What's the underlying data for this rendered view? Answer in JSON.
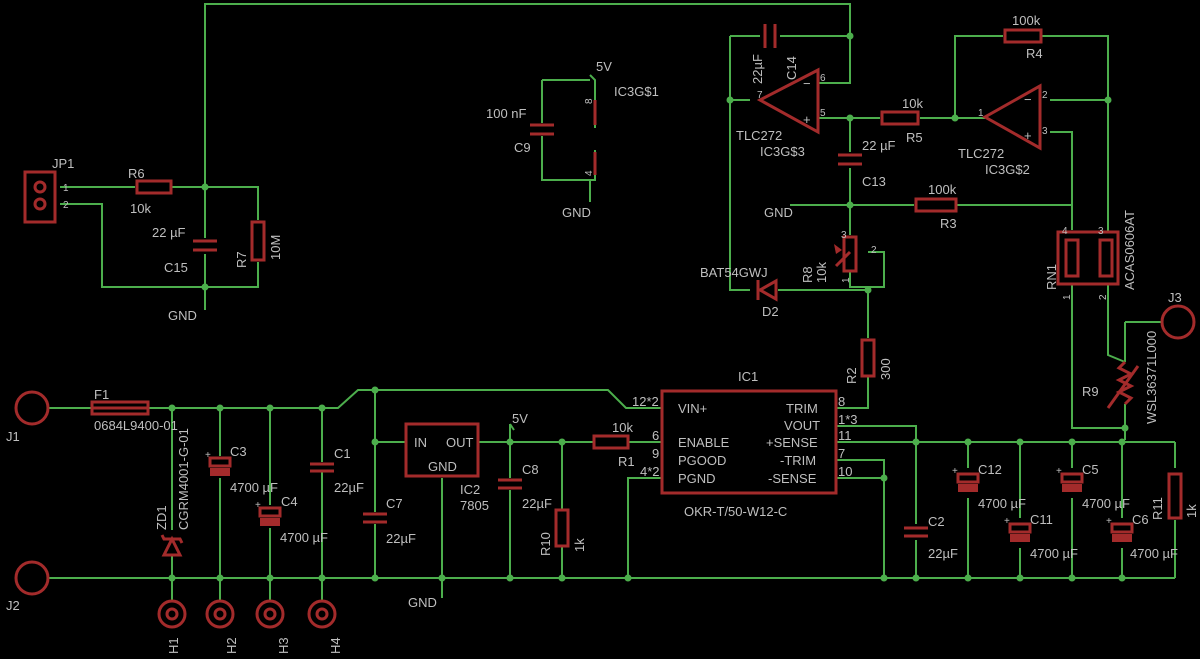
{
  "schematic": {
    "components": {
      "jp1": {
        "ref": "JP1",
        "pin1": "1",
        "pin2": "2"
      },
      "r6": {
        "ref": "R6",
        "value": "10k"
      },
      "c15": {
        "ref": "C15",
        "value": "22 µF"
      },
      "r7": {
        "ref": "R7",
        "value": "10M"
      },
      "c9": {
        "ref": "C9",
        "value": "100 nF"
      },
      "ic3a": {
        "ref": "IC3G$1",
        "pin8": "8",
        "pin4": "4"
      },
      "c14": {
        "ref": "C14",
        "value": "22µF"
      },
      "ic3b": {
        "ref": "IC3G$3",
        "value": "TLC272",
        "pin7": "7",
        "pin6": "6",
        "pin5": "5"
      },
      "ic3c": {
        "ref": "IC3G$2",
        "value": "TLC272",
        "pin1": "1",
        "pin2": "2",
        "pin3": "3"
      },
      "r4": {
        "ref": "R4",
        "value": "100k"
      },
      "r5": {
        "ref": "R5",
        "value": "10k"
      },
      "c13": {
        "ref": "C13",
        "value": "22 µF"
      },
      "r3": {
        "ref": "R3",
        "value": "100k"
      },
      "r8": {
        "ref": "R8",
        "value": "10k",
        "pin1": "1",
        "pin2": "2",
        "pin3": "3"
      },
      "d2": {
        "ref": "D2",
        "value": "BAT54GWJ"
      },
      "rn1": {
        "ref": "RN1",
        "value": "ACAS0606AT",
        "pin4": "4",
        "pin3": "3",
        "pin1": "1",
        "pin2": "2"
      },
      "j3": {
        "ref": "J3"
      },
      "r9": {
        "ref": "R9",
        "value": "WSL36371L000"
      },
      "r2": {
        "ref": "R2",
        "value": "300"
      },
      "ic1": {
        "ref": "IC1",
        "value": "OKR-T/50-W12-C",
        "pins_left": [
          "VIN+",
          "ENABLE",
          "PGOOD",
          "PGND"
        ],
        "pins_right": [
          "TRIM",
          "VOUT",
          "+SENSE",
          "-TRIM",
          "-SENSE"
        ],
        "pinnum_left": [
          "12*2",
          "6",
          "9",
          "4*2"
        ],
        "pinnum_right": [
          "8",
          "1*3",
          "11",
          "7",
          "10"
        ]
      },
      "j1": {
        "ref": "J1"
      },
      "j2": {
        "ref": "J2"
      },
      "f1": {
        "ref": "F1",
        "value": "0684L9400-01"
      },
      "zd1": {
        "ref": "ZD1",
        "value": "CGRM4001-G-01"
      },
      "c3": {
        "ref": "C3",
        "value": "4700 µF"
      },
      "c4": {
        "ref": "C4",
        "value": "4700 µF"
      },
      "c1": {
        "ref": "C1",
        "value": "22µF"
      },
      "c7": {
        "ref": "C7",
        "value": "22µF"
      },
      "ic2": {
        "ref": "IC2",
        "value": "7805",
        "in": "IN",
        "out": "OUT",
        "gnd": "GND"
      },
      "c8": {
        "ref": "C8",
        "value": "22µF"
      },
      "r10": {
        "ref": "R10",
        "value": "1k"
      },
      "r1": {
        "ref": "R1",
        "value": "10k"
      },
      "c2": {
        "ref": "C2",
        "value": "22µF"
      },
      "c12": {
        "ref": "C12",
        "value": "4700 µF"
      },
      "c11": {
        "ref": "C11",
        "value": "4700 µF"
      },
      "c5": {
        "ref": "C5",
        "value": "4700 µF"
      },
      "c6": {
        "ref": "C6",
        "value": "4700 µF"
      },
      "r11": {
        "ref": "R11",
        "value": "1k"
      },
      "h1": {
        "ref": "H1"
      },
      "h2": {
        "ref": "H2"
      },
      "h3": {
        "ref": "H3"
      },
      "h4": {
        "ref": "H4"
      }
    },
    "nets": {
      "gnd_label": "GND",
      "v5_label": "5V"
    }
  }
}
